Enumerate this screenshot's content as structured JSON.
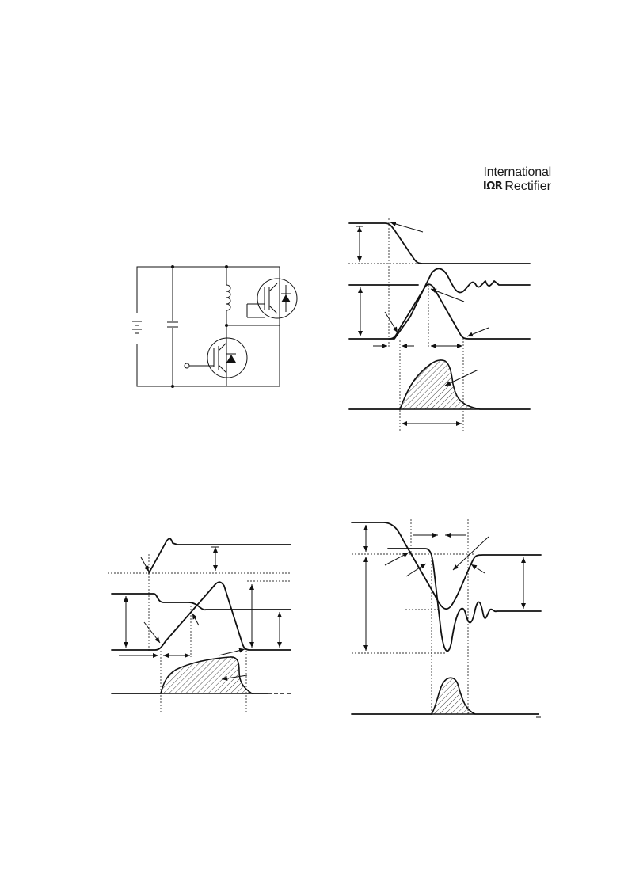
{
  "header": {
    "brand_line1": "International",
    "brand_mark": "IΩR",
    "brand_line2": "Rectifier"
  }
}
